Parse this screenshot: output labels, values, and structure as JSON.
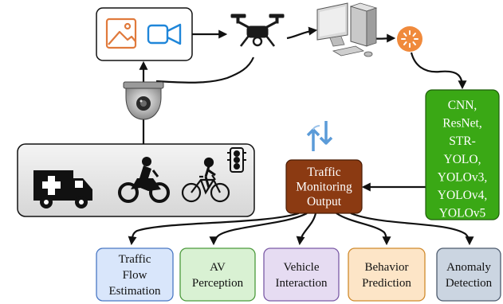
{
  "colors": {
    "model_box": "#3aa815",
    "output_box": "#8b3a12",
    "media_icon": "#e07a3c",
    "video_icon": "#1f86d9",
    "spinner": "#f08a3c",
    "arrows_icon": "#5b9bd8",
    "task_traffic": "#d9e6fb",
    "task_av": "#d9f1d3",
    "task_vehicle": "#e6dcf2",
    "task_behavior": "#fde5c7",
    "task_anomaly": "#cbd5e1"
  },
  "icons": {
    "media": [
      "image-icon",
      "video-camera-icon"
    ],
    "capture": [
      "drone-icon",
      "cctv-camera-icon",
      "desktop-computer-icon",
      "processing-spinner-icon",
      "bidirectional-road-icon"
    ],
    "vehicles": [
      "ambulance-icon",
      "motorcycle-icon",
      "bicycle-icon",
      "traffic-light-icon"
    ]
  },
  "models": {
    "lines": [
      "CNN,",
      "ResNet,",
      "STR-",
      "YOLO,",
      "YOLOv3,",
      "YOLOv4,",
      "YOLOv5"
    ]
  },
  "output": {
    "lines": [
      "Traffic",
      "Monitoring",
      "Output"
    ]
  },
  "tasks": [
    {
      "lines": [
        "Traffic",
        "Flow",
        "Estimation"
      ]
    },
    {
      "lines": [
        "AV",
        "Perception"
      ]
    },
    {
      "lines": [
        "Vehicle",
        "Interaction"
      ]
    },
    {
      "lines": [
        "Behavior",
        "Prediction"
      ]
    },
    {
      "lines": [
        "Anomaly",
        "Detection"
      ]
    }
  ]
}
